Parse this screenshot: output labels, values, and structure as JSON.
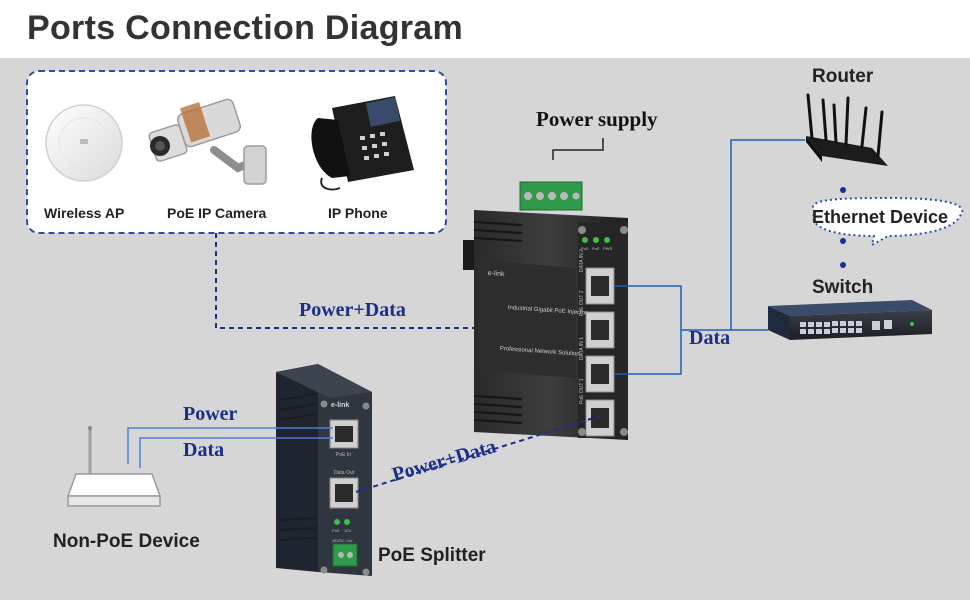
{
  "title": "Ports Connection Diagram",
  "devices": {
    "wireless_ap": "Wireless AP",
    "poe_ip_camera": "PoE IP Camera",
    "ip_phone": "IP Phone",
    "router": "Router",
    "ethernet_device": "Ethernet Device",
    "switch": "Switch",
    "non_poe_device": "Non-PoE Device",
    "poe_splitter": "PoE Splitter",
    "power_supply": "Power supply"
  },
  "connections": {
    "power_data_top": "Power+Data",
    "data_right": "Data",
    "power": "Power",
    "data_left": "Data",
    "power_data_splitter": "Power+Data"
  },
  "injector_text": {
    "brand": "e-link",
    "model": "Industrial Gigabit PoE Injector",
    "tagline": "Professional Network Solution",
    "port_labels": [
      "DATA IN 2",
      "PoE OUT 2",
      "DATA IN 1",
      "PoE OUT 1"
    ],
    "leds": [
      "PoE",
      "PoE",
      "PWR"
    ]
  },
  "splitter_text": {
    "brand": "e-link",
    "poe_in": "PoE In",
    "data_out": "Data Out",
    "leds": [
      "PoE",
      "12V"
    ],
    "dc_out": "48VDC Out"
  },
  "colors": {
    "power_data_line": "#1a2f8a",
    "data_line": "#1f5fb8",
    "power_line": "#4a7fd4",
    "device_box_border": "#2b4fa8"
  }
}
